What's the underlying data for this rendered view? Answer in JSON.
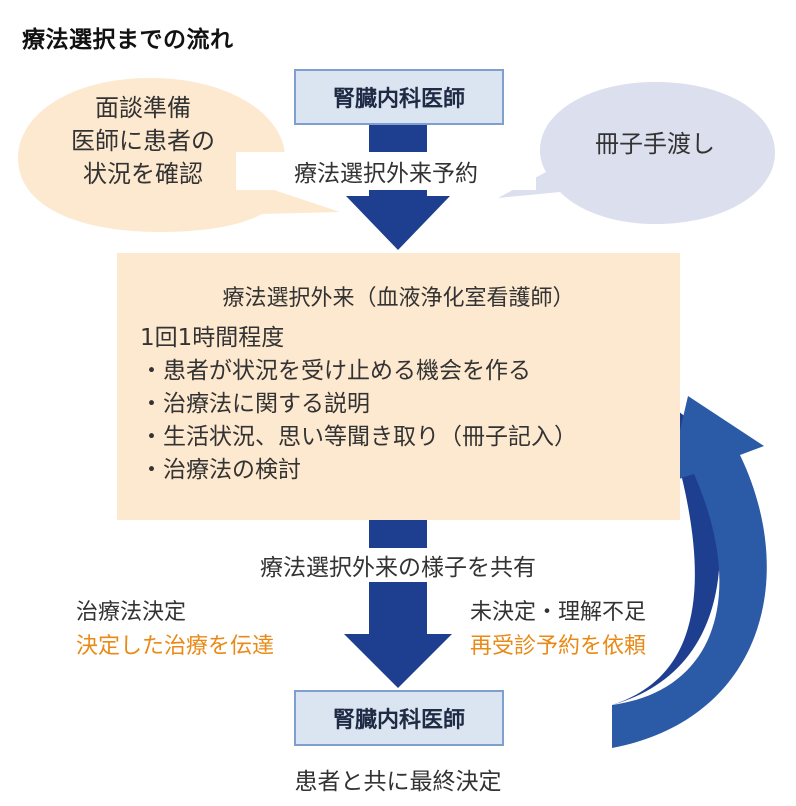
{
  "title": "療法選択までの流れ",
  "doctor_top": "腎臓内科医師",
  "doctor_bottom": "腎臓内科医師",
  "prep_bubble": {
    "lines": [
      "面談準備",
      "医師に患者の",
      "状況を確認"
    ]
  },
  "booklet_bubble": "冊子手渡し",
  "booking_label": "療法選択外来予約",
  "clinic": {
    "title": "療法選択外来（血液浄化室看護師）",
    "items": [
      "1回1時間程度",
      "・患者が状況を受け止める機会を作る",
      "・治療法に関する説明",
      "・生活状況、思い等聞き取り（冊子記入）",
      "・治療法の検討"
    ]
  },
  "share_label": "療法選択外来の様子を共有",
  "decided": {
    "line1": "治療法決定",
    "line2": "決定した治療を伝達"
  },
  "undecided": {
    "line1": "未決定・理解不足",
    "line2": "再受診予約を依頼"
  },
  "final_label": "患者と共に最終決定",
  "colors": {
    "arrow": "#1e3f8f",
    "loop_arrow": "#2b5aa7",
    "bubble": "#fde9cf",
    "bubble_right": "#dcdfee",
    "doctor_box": "#dbe5f1",
    "accent_orange": "#e98a16"
  }
}
